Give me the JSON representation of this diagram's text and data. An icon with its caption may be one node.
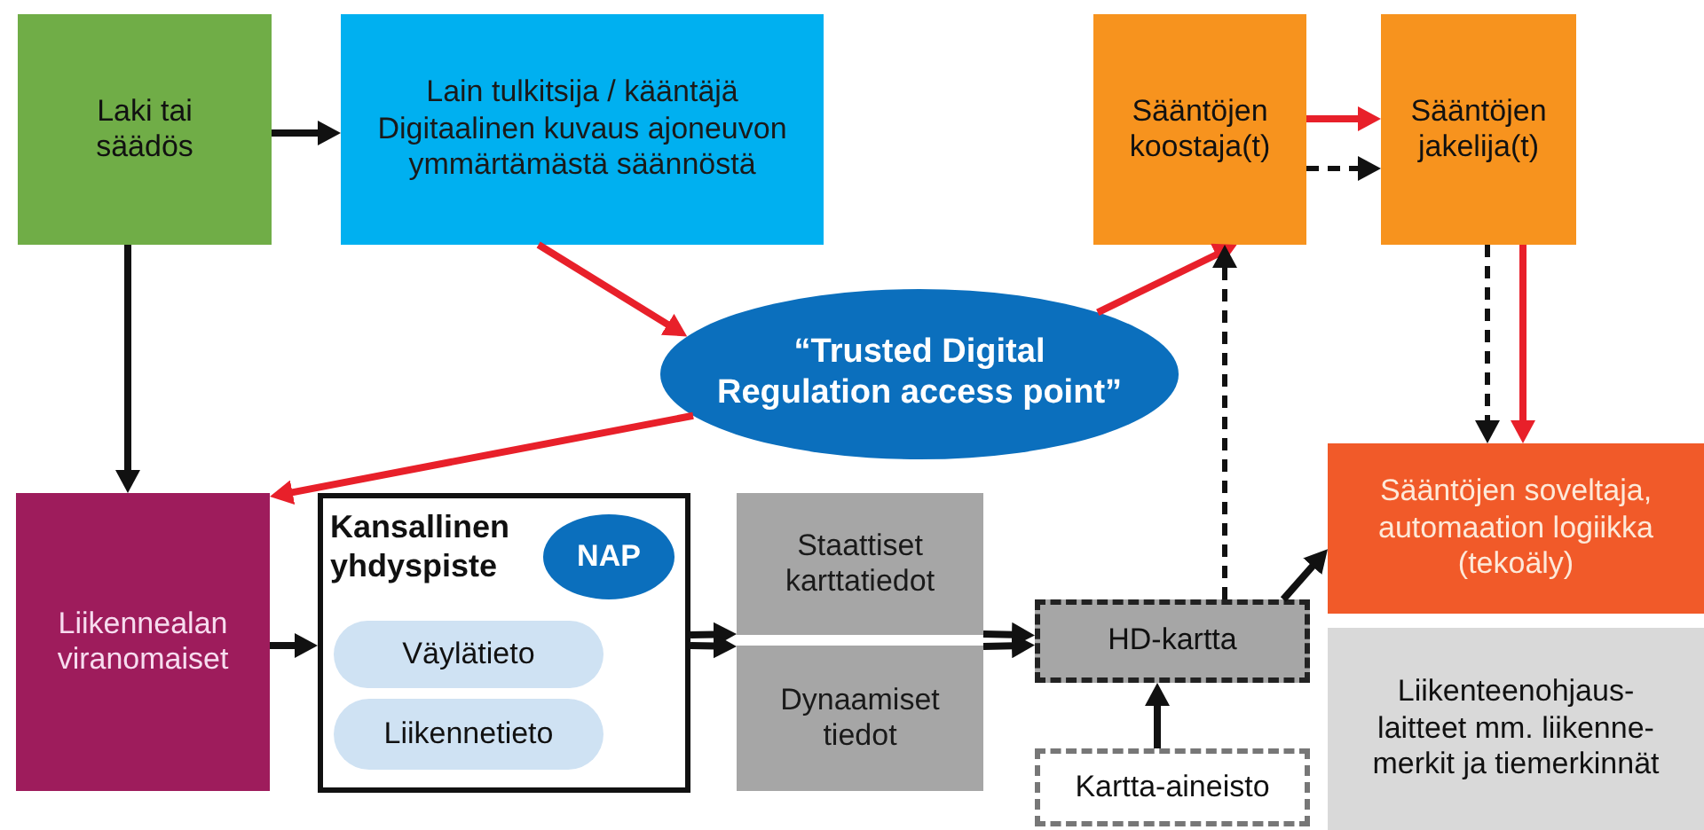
{
  "diagram": {
    "nodes": [
      {
        "text": [
          "Laki tai säädös"
        ]
      },
      {
        "text": [
          "Lain tulkitsija / kääntäjä Digitaalinen kuvaus ajoneuvon ymmärtämästä säännöstä"
        ]
      },
      {
        "text": [
          "Sääntöjen koostaja(t)"
        ]
      },
      {
        "text": [
          "Sääntöjen jakelija(t)"
        ]
      },
      {
        "text": [
          "“Trusted Digital Regulation access point”"
        ]
      },
      {
        "text": [
          "Liikennealan viranomaiset"
        ]
      },
      {
        "text": [
          "Kansallinen yhdyspiste"
        ]
      },
      {
        "text": [
          "NAP"
        ],
        "in": 6
      },
      {
        "text": [
          "Väylätieto"
        ],
        "in": 6
      },
      {
        "text": [
          "Liikennetieto"
        ],
        "in": 6
      },
      {
        "text": [
          "Staattiset karttatiedot"
        ]
      },
      {
        "text": [
          "Dynaamiset tiedot"
        ]
      },
      {
        "text": [
          "HD-kartta"
        ]
      },
      {
        "text": [
          "Kartta-aineisto"
        ]
      },
      {
        "text": [
          "Sääntöjen soveltaja, automaation logiikka (tekoäly)"
        ]
      },
      {
        "text": [
          "Liikenteenohjaus- laitteet mm. liikenne- merkit ja tiemerkinnät"
        ]
      }
    ],
    "edges": [
      {
        "from": 0,
        "to": 1,
        "arrow": "to"
      },
      {
        "from": 0,
        "to": 5,
        "arrow": "to"
      },
      {
        "from": 1,
        "to": 4,
        "arrow": "to",
        "color": "#e8202a"
      },
      {
        "from": 4,
        "to": 2,
        "arrow": "to",
        "color": "#e8202a"
      },
      {
        "from": 4,
        "to": 5,
        "arrow": "to",
        "color": "#e8202a"
      },
      {
        "from": 2,
        "to": 3,
        "arrow": "to",
        "color": "#e8202a"
      },
      {
        "from": 2,
        "to": 3,
        "arrow": "to",
        "style": "dashed"
      },
      {
        "from": 12,
        "to": 2,
        "arrow": "to",
        "style": "dashed"
      },
      {
        "from": 3,
        "to": 14,
        "arrow": "to",
        "style": "dashed"
      },
      {
        "from": 3,
        "to": 14,
        "arrow": "to",
        "color": "#e8202a"
      },
      {
        "from": 5,
        "to": 6,
        "arrow": "to"
      },
      {
        "from": 6,
        "to": 10,
        "arrow": "to"
      },
      {
        "from": 6,
        "to": 11,
        "arrow": "to"
      },
      {
        "from": 10,
        "to": 12,
        "arrow": "to"
      },
      {
        "from": 11,
        "to": 12,
        "arrow": "to"
      },
      {
        "from": 13,
        "to": 12,
        "arrow": "to"
      },
      {
        "from": 12,
        "to": 14,
        "arrow": "to"
      }
    ]
  }
}
